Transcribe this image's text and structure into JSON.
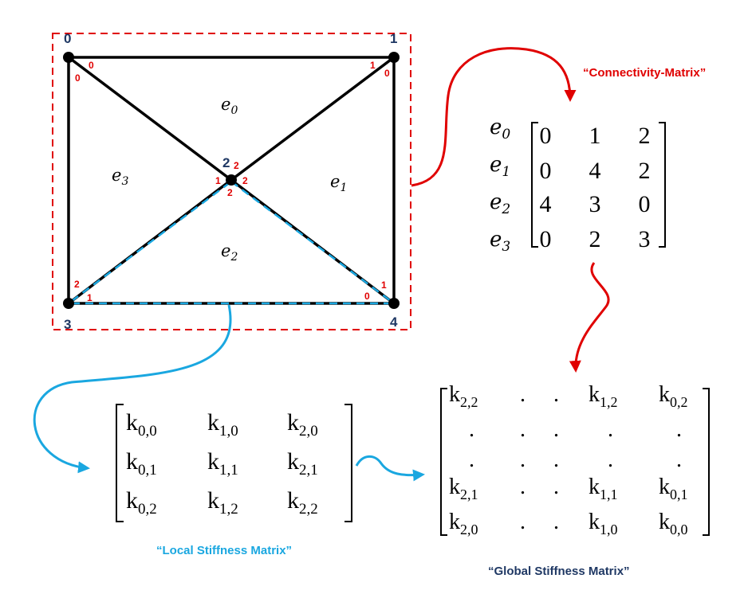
{
  "mesh": {
    "nodes": [
      {
        "id": "0",
        "label": "0"
      },
      {
        "id": "1",
        "label": "1"
      },
      {
        "id": "2",
        "label": "2"
      },
      {
        "id": "3",
        "label": "3"
      },
      {
        "id": "4",
        "label": "4"
      }
    ],
    "elements": [
      {
        "base": "e",
        "sub": "0"
      },
      {
        "base": "e",
        "sub": "1"
      },
      {
        "base": "e",
        "sub": "2"
      },
      {
        "base": "e",
        "sub": "3"
      }
    ],
    "local_index_labels": [
      "0",
      "0",
      "1",
      "0",
      "2",
      "2",
      "1",
      "2",
      "2",
      "1",
      "1",
      "0"
    ]
  },
  "connectivity": {
    "title": "“Connectivity-Matrix”",
    "row_labels": [
      {
        "base": "e",
        "sub": "0"
      },
      {
        "base": "e",
        "sub": "1"
      },
      {
        "base": "e",
        "sub": "2"
      },
      {
        "base": "e",
        "sub": "3"
      }
    ],
    "rows": [
      [
        "0",
        "1",
        "2"
      ],
      [
        "0",
        "4",
        "2"
      ],
      [
        "4",
        "3",
        "0"
      ],
      [
        "0",
        "2",
        "3"
      ]
    ]
  },
  "local_stiffness": {
    "title": "“Local Stiffness Matrix”",
    "rows": [
      [
        {
          "base": "k",
          "sub": "0,0"
        },
        {
          "base": "k",
          "sub": "1,0"
        },
        {
          "base": "k",
          "sub": "2,0"
        }
      ],
      [
        {
          "base": "k",
          "sub": "0,1"
        },
        {
          "base": "k",
          "sub": "1,1"
        },
        {
          "base": "k",
          "sub": "2,1"
        }
      ],
      [
        {
          "base": "k",
          "sub": "0,2"
        },
        {
          "base": "k",
          "sub": "1,2"
        },
        {
          "base": "k",
          "sub": "2,2"
        }
      ]
    ]
  },
  "global_stiffness": {
    "title": "“Global Stiffness Matrix”",
    "rows": [
      [
        {
          "base": "k",
          "sub": "2,2"
        },
        {
          "base": ".",
          "sub": ""
        },
        {
          "base": ".",
          "sub": ""
        },
        {
          "base": "k",
          "sub": "1,2"
        },
        {
          "base": "k",
          "sub": "0,2"
        }
      ],
      [
        {
          "base": ".",
          "sub": ""
        },
        {
          "base": ".",
          "sub": ""
        },
        {
          "base": ".",
          "sub": ""
        },
        {
          "base": ".",
          "sub": ""
        },
        {
          "base": ".",
          "sub": ""
        }
      ],
      [
        {
          "base": ".",
          "sub": ""
        },
        {
          "base": ".",
          "sub": ""
        },
        {
          "base": ".",
          "sub": ""
        },
        {
          "base": ".",
          "sub": ""
        },
        {
          "base": ".",
          "sub": ""
        }
      ],
      [
        {
          "base": "k",
          "sub": "2,1"
        },
        {
          "base": ".",
          "sub": ""
        },
        {
          "base": ".",
          "sub": ""
        },
        {
          "base": "k",
          "sub": "1,1"
        },
        {
          "base": "k",
          "sub": "0,1"
        }
      ],
      [
        {
          "base": "k",
          "sub": "2,0"
        },
        {
          "base": ".",
          "sub": ""
        },
        {
          "base": ".",
          "sub": ""
        },
        {
          "base": "k",
          "sub": "1,0"
        },
        {
          "base": "k",
          "sub": "0,0"
        }
      ]
    ]
  },
  "colors": {
    "red": "#e00000",
    "blue": "#1aa7e0",
    "node_label": "#1f3864",
    "global_title": "#1f3864"
  }
}
